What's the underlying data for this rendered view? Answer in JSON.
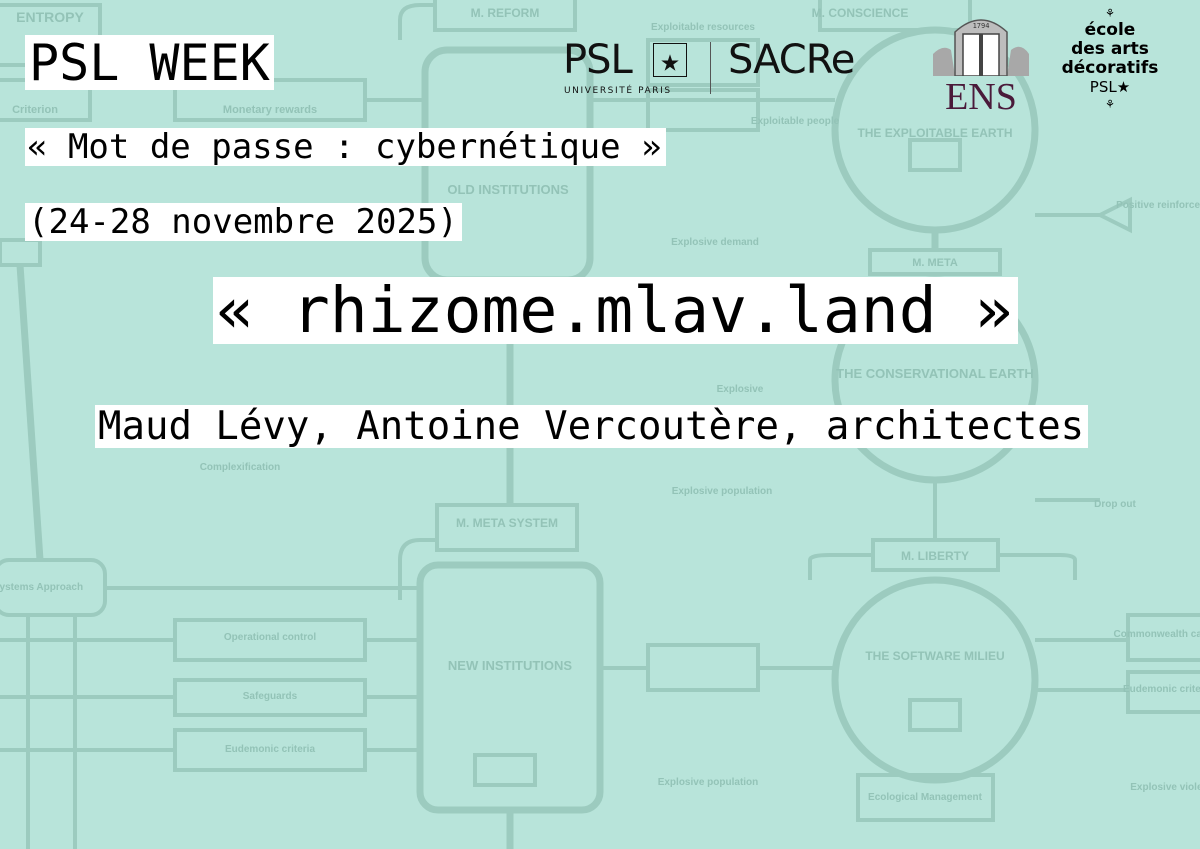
{
  "poster": {
    "title": "PSL WEEK",
    "subtitle": "« Mot de passe : cybernétique »",
    "dates": "(24-28 novembre 2025)",
    "talk_title": "« rhizome.mlav.land »",
    "speakers": "Maud Lévy, Antoine Vercoutère, architectes"
  },
  "logos": {
    "psl": {
      "name": "PSL",
      "tagline": "UNIVERSITÉ PARIS"
    },
    "sacre": "SACRe",
    "ens": {
      "name": "ENS",
      "year": "1794",
      "color": "#4a1a3a"
    },
    "ead": {
      "lines": [
        "école",
        "des arts",
        "décoratifs",
        "PSL"
      ]
    }
  },
  "background_diagram": {
    "labels": [
      "ENTROPY",
      "M. REFORM",
      "M. CONSCIENCE",
      "Criterion",
      "Monetary rewards",
      "Exploitable resources",
      "Exploitable people",
      "OLD INSTITUTIONS",
      "THE EXPLOITABLE EARTH",
      "Explosive demand",
      "Positive reinforcement",
      "M. META",
      "THE CONSERVATIONAL EARTH",
      "Explosive",
      "Complexification",
      "Explosive population",
      "Drop out",
      "M. META SYSTEM",
      "Systems Approach",
      "Operational control",
      "Safeguards",
      "Eudemonic criteria",
      "NEW INSTITUTIONS",
      "M. LIBERTY",
      "THE SOFTWARE MILIEU",
      "Commonwealth capital",
      "Eudemonic criteria",
      "Ecological Management",
      "Explosive population",
      "Explosive violence"
    ],
    "colors": {
      "background": "#b8e4da",
      "lines": "#9ccbbf"
    }
  }
}
